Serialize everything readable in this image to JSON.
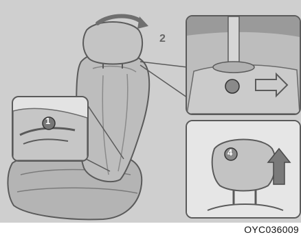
{
  "callouts": {
    "step_1": "1",
    "step_2": "2",
    "step_4": "4"
  },
  "figure_code": "OYC036009",
  "colors": {
    "background": "#cfcfcf",
    "inset_fill": "#e3e3e3",
    "seat_fill": "#b9b9b9",
    "outline": "#5a5a5a",
    "arrow": "#6f6f6f"
  },
  "icons": {
    "rotate_arrow": "curved-arrow-icon",
    "lift_arrow": "up-arrow-icon",
    "push_arrow": "right-arrow-icon"
  }
}
